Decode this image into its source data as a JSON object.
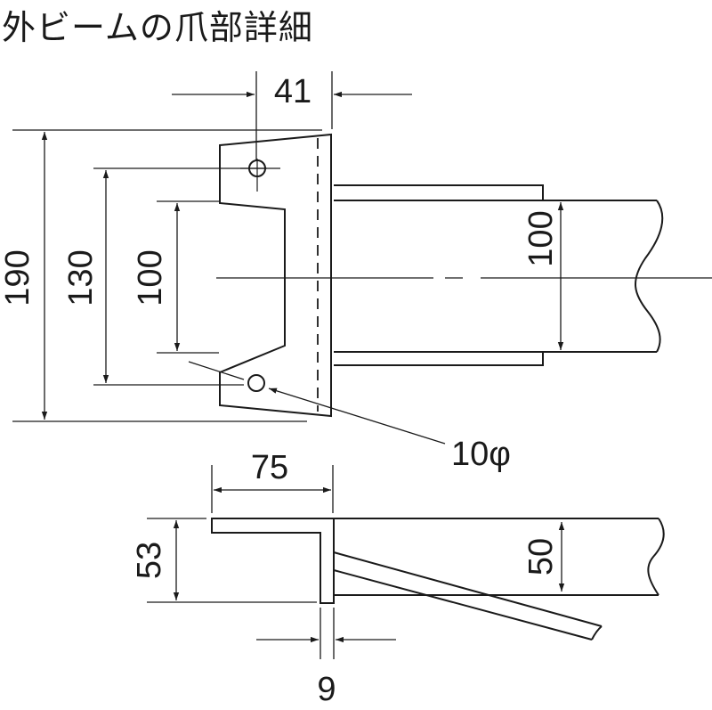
{
  "title": "外ビームの爪部詳細",
  "front_view": {
    "dims": {
      "width_41": "41",
      "height_190": "190",
      "height_130": "130",
      "height_100_left": "100",
      "height_100_right": "100",
      "hole": "10φ"
    }
  },
  "side_view": {
    "dims": {
      "width_75": "75",
      "height_53": "53",
      "height_50": "50",
      "thickness_9": "9"
    }
  }
}
